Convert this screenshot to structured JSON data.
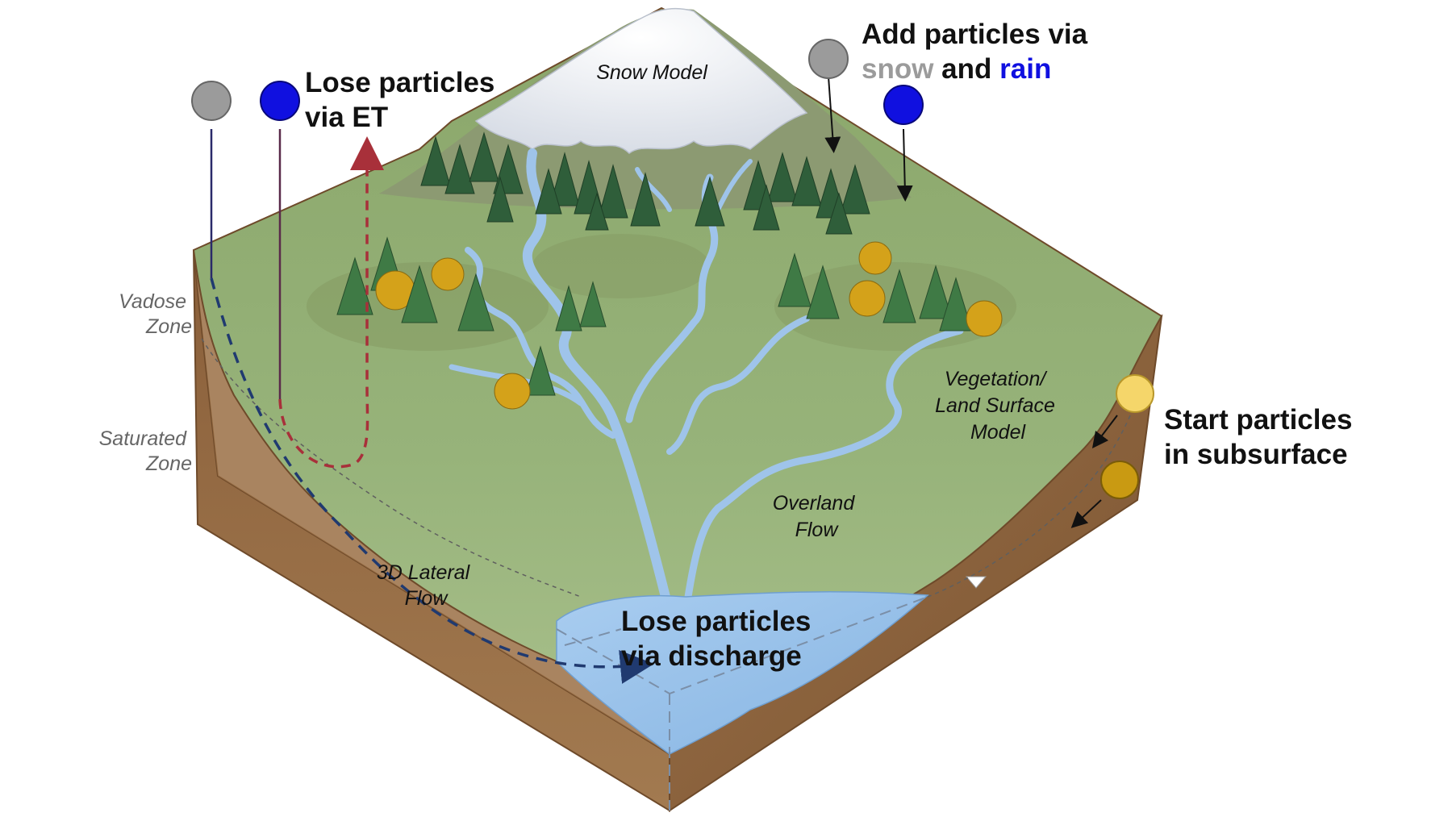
{
  "labels": {
    "snow_model": "Snow Model",
    "vadose_zone": [
      "Vadose",
      "Zone"
    ],
    "saturated_zone": [
      "Saturated",
      "Zone"
    ],
    "lateral_flow": [
      "3D Lateral",
      "Flow"
    ],
    "overland_flow": [
      "Overland",
      "Flow"
    ],
    "vegetation_model": [
      "Vegetation/",
      "Land Surface",
      "Model"
    ]
  },
  "callouts": {
    "lose_et": [
      "Lose particles",
      "via ET"
    ],
    "add_particles": {
      "line1": "Add particles via",
      "snow_word": "snow",
      "and_word": " and ",
      "rain_word": "rain"
    },
    "start_subsurface": [
      "Start particles",
      "in subsurface"
    ],
    "lose_discharge": [
      "Lose particles",
      "via discharge"
    ]
  },
  "colors": {
    "snow_particle": "#9b9b9b",
    "rain_particle": "#1010e0",
    "subsurface_particle_light": "#f5d66a",
    "subsurface_particle_dark": "#c99a12",
    "et_path": "#a8303a",
    "lateral_path": "#203a70",
    "soil": "#8f6540",
    "land": "#8fae6e",
    "water": "#9cc3ea"
  }
}
